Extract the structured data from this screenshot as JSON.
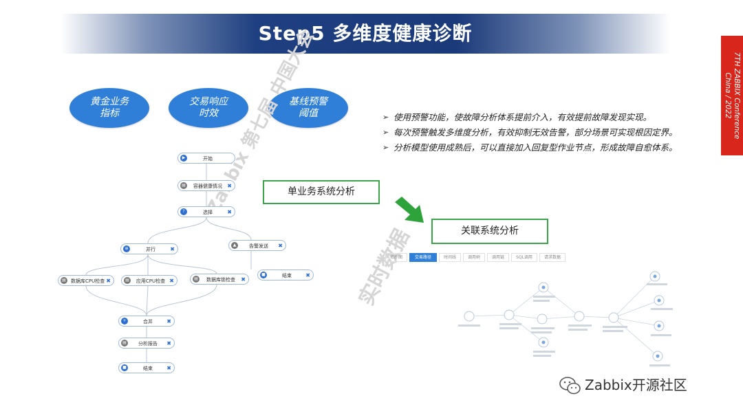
{
  "slide": {
    "title": "Step5 多维度健康诊断",
    "conference_lines": [
      "7TH ZABBIX Conference",
      "China / 2022"
    ],
    "ovals": [
      "黄金业务\n指标",
      "交易响应\n时效",
      "基线预警\n阈值"
    ],
    "bullets": [
      "使用预警功能，使故障分析体系提前介入，有效提前故障发现实现。",
      "每次预警触发多维度分析，有效抑制无效告警，部分场景可实现根因定界。",
      "分析模型使用成熟后，可以直接加入回复型作业节点，形成故障自愈体系。"
    ],
    "labels": {
      "single": "单业务系统分析",
      "related": "关联系统分析"
    },
    "watermarks": [
      "Zabbix 第七届 中国大会",
      "实时数据"
    ],
    "footer": "Zabbix开源社区"
  },
  "workflow": {
    "nodes": [
      {
        "id": "start",
        "label": "开始",
        "icon": "play-icon",
        "color": "#2e6fd0",
        "close": false
      },
      {
        "id": "health",
        "label": "容器健康情况",
        "icon": "doc-icon",
        "color": "#777777",
        "close": true
      },
      {
        "id": "choose",
        "label": "选择",
        "icon": "question-icon",
        "color": "#2e6fd0",
        "close": true
      },
      {
        "id": "parallel",
        "label": "并行",
        "icon": "parallel-icon",
        "color": "#2e6fd0",
        "close": true
      },
      {
        "id": "alert",
        "label": "告警发送",
        "icon": "alarm-icon",
        "color": "#777777",
        "close": true
      },
      {
        "id": "dbcpu",
        "label": "数据库CPU检查",
        "icon": "doc-icon",
        "color": "#777777",
        "close": true
      },
      {
        "id": "appcpu",
        "label": "应用CPU检查",
        "icon": "doc-icon",
        "color": "#777777",
        "close": true
      },
      {
        "id": "dblock",
        "label": "数据库锁检查",
        "icon": "doc-icon",
        "color": "#777777",
        "close": true
      },
      {
        "id": "end1",
        "label": "结束",
        "icon": "stop-icon",
        "color": "#2e6fd0",
        "close": true
      },
      {
        "id": "merge",
        "label": "合并",
        "icon": "plus-icon",
        "color": "#2e6fd0",
        "close": true
      },
      {
        "id": "report",
        "label": "分析报告",
        "icon": "doc-icon",
        "color": "#777777",
        "close": true
      },
      {
        "id": "end2",
        "label": "结束",
        "icon": "stop-icon",
        "color": "#2e6fd0",
        "close": true
      }
    ]
  },
  "related_panel": {
    "tabs": [
      "拓扑图",
      "交易路径",
      "时间线",
      "调用树",
      "调用链",
      "SQL调用",
      "请求数据"
    ],
    "active_tab": 1
  }
}
